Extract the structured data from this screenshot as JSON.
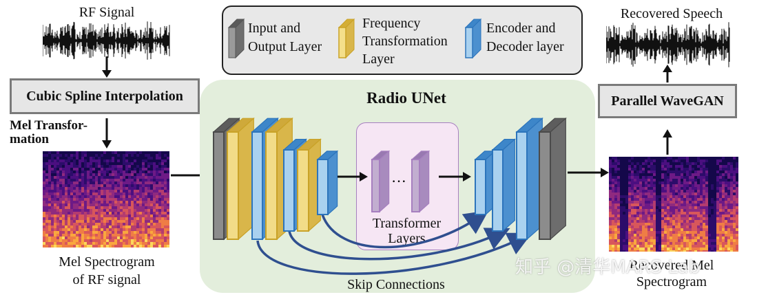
{
  "rf_signal": {
    "label": "RF Signal"
  },
  "recovered_speech": {
    "label": "Recovered Speech"
  },
  "legend": {
    "input_output": "Input and\nOutput Layer",
    "frequency": "Frequency\nTransformation\nLayer",
    "encoder_decoder": "Encoder and\nDecoder layer"
  },
  "steps": {
    "cubic_spline": "Cubic Spline Interpolation",
    "mel_transform": "Mel Transfor-\nmation",
    "parallel_wavegan": "Parallel WaveGAN"
  },
  "unet": {
    "title": "Radio UNet",
    "transformer": "Transformer\nLayers",
    "ellipsis": "···",
    "skip": "Skip Connections"
  },
  "spectrograms": {
    "input_caption": "Mel Spectrogram\nof RF signal",
    "output_caption": "Recovered Mel\nSpectrogram"
  },
  "watermark": "知乎 @清华MARS Lab",
  "colors": {
    "gray_layer": "#8c8c8c",
    "frequency_layer": "#f2dc88",
    "encoder_layer": "#a9d1ef",
    "transformer_layer": "#c2aed0",
    "unet_background": "#e3eedc",
    "transformer_background": "#f6e6f4",
    "skip_arrow": "#2f4f8f"
  }
}
